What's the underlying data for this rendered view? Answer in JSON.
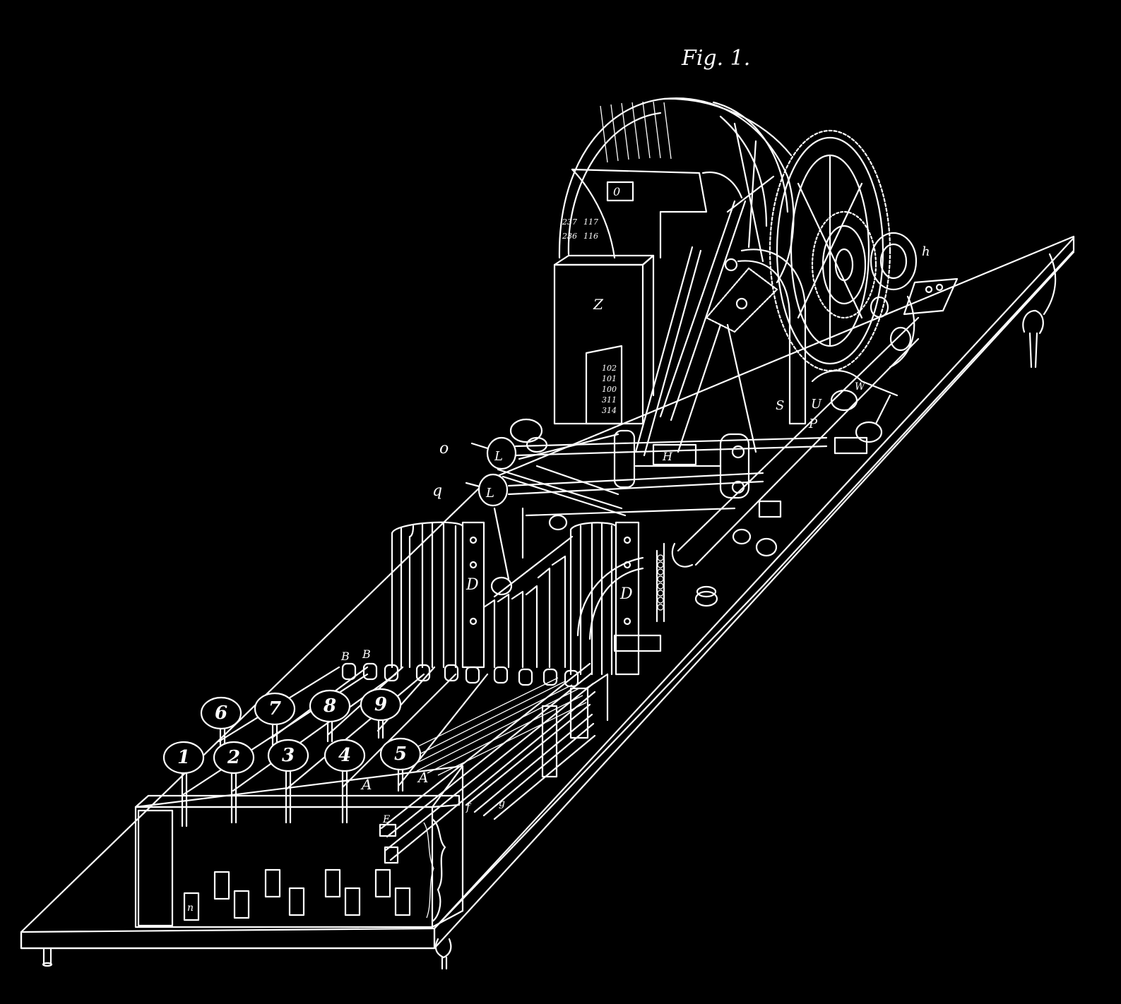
{
  "figure": {
    "title": "Fig. 1."
  },
  "keys": [
    "1",
    "2",
    "3",
    "4",
    "5",
    "6",
    "7",
    "8",
    "9"
  ],
  "labels": {
    "counter_block": "Z",
    "drum_window": "0",
    "carriage": "H",
    "frame_left": "D",
    "frame_right": "D",
    "rod_o": "o",
    "rod_q": "q",
    "knob_upper": "L",
    "knob_lower": "L",
    "key_stem": "A",
    "bar_b1": "B",
    "bar_b2": "B",
    "stand_s": "S",
    "lever_u": "U",
    "lever_p": "P",
    "wheel_w": "W",
    "shaft_h": "h",
    "plate_e": "E",
    "rod_f": "f",
    "rod_g": "g",
    "post_n": "n"
  },
  "drum_numbers": [
    "237",
    "117",
    "236",
    "116",
    "102",
    "101",
    "100",
    "311",
    "314"
  ]
}
